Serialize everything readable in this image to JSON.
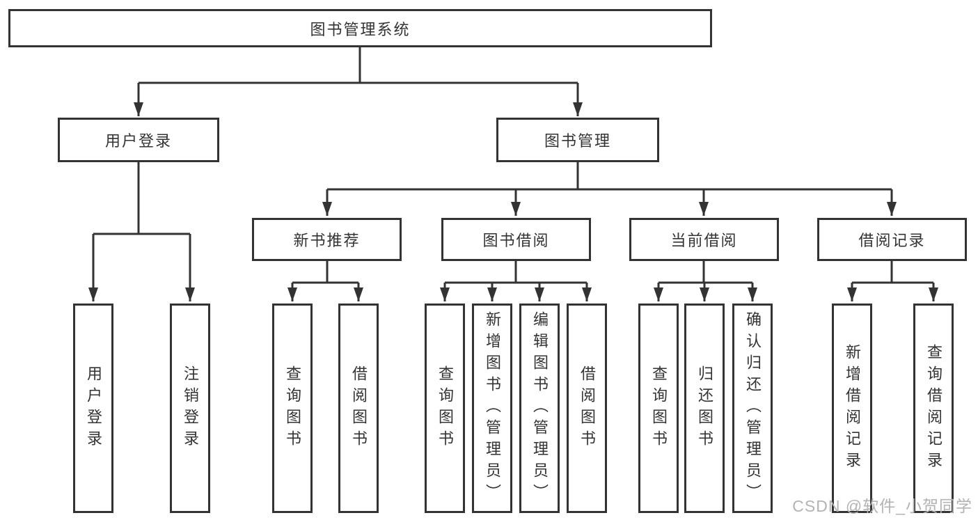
{
  "diagram": {
    "root": {
      "label": "图书管理系统",
      "children": [
        {
          "label": "用户登录",
          "children": [
            {
              "label": "用户登录"
            },
            {
              "label": "注销登录"
            }
          ]
        },
        {
          "label": "图书管理",
          "children": [
            {
              "label": "新书推荐",
              "children": [
                {
                  "label": "查询图书"
                },
                {
                  "label": "借阅图书"
                }
              ]
            },
            {
              "label": "图书借阅",
              "children": [
                {
                  "label": "查询图书"
                },
                {
                  "label": "新增图书（管理员）"
                },
                {
                  "label": "编辑图书（管理员）"
                },
                {
                  "label": "借阅图书"
                }
              ]
            },
            {
              "label": "当前借阅",
              "children": [
                {
                  "label": "查询图书"
                },
                {
                  "label": "归还图书"
                },
                {
                  "label": "确认归还（管理员）"
                }
              ]
            },
            {
              "label": "借阅记录",
              "children": [
                {
                  "label": "新增借阅记录"
                },
                {
                  "label": "查询借阅记录"
                }
              ]
            }
          ]
        }
      ]
    }
  },
  "watermark": {
    "text": "CSDN @软件_小贺同学"
  },
  "colors": {
    "line": "#333333",
    "box_border": "#333333",
    "text": "#333333",
    "watermark": "#b3b3b3",
    "background": "#ffffff"
  }
}
